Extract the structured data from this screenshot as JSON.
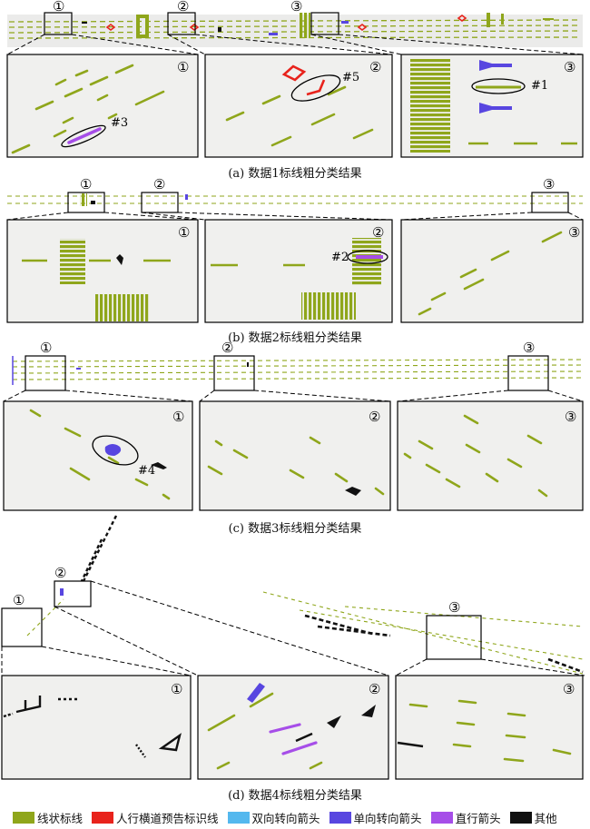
{
  "captions": {
    "a": "(a) 数据1标线粗分类结果",
    "b": "(b) 数据2标线粗分类结果",
    "c": "(c) 数据3标线粗分类结果",
    "d": "(d) 数据4标线粗分类结果"
  },
  "circle_numbers": [
    "①",
    "②",
    "③"
  ],
  "annotations": {
    "a_panel1": "#3",
    "a_panel2": "#5",
    "a_panel3": "#1",
    "b_panel2": "#2",
    "c_panel1": "#4"
  },
  "legend": [
    {
      "label": "线状标线",
      "color": "#8fa61b"
    },
    {
      "label": "人行横道预告标识线",
      "color": "#e8231c"
    },
    {
      "label": "双向转向箭头",
      "color": "#54b8ee"
    },
    {
      "label": "单向转向箭头",
      "color": "#5846e0"
    },
    {
      "label": "直行箭头",
      "color": "#a64ee8"
    },
    {
      "label": "其他",
      "color": "#111111"
    }
  ],
  "colors": {
    "line": "#8fa61b",
    "red": "#e8231c",
    "cyan": "#54b8ee",
    "blue": "#5846e0",
    "purple": "#a64ee8",
    "black": "#111111",
    "panel_bg": "#f0f0ee"
  }
}
